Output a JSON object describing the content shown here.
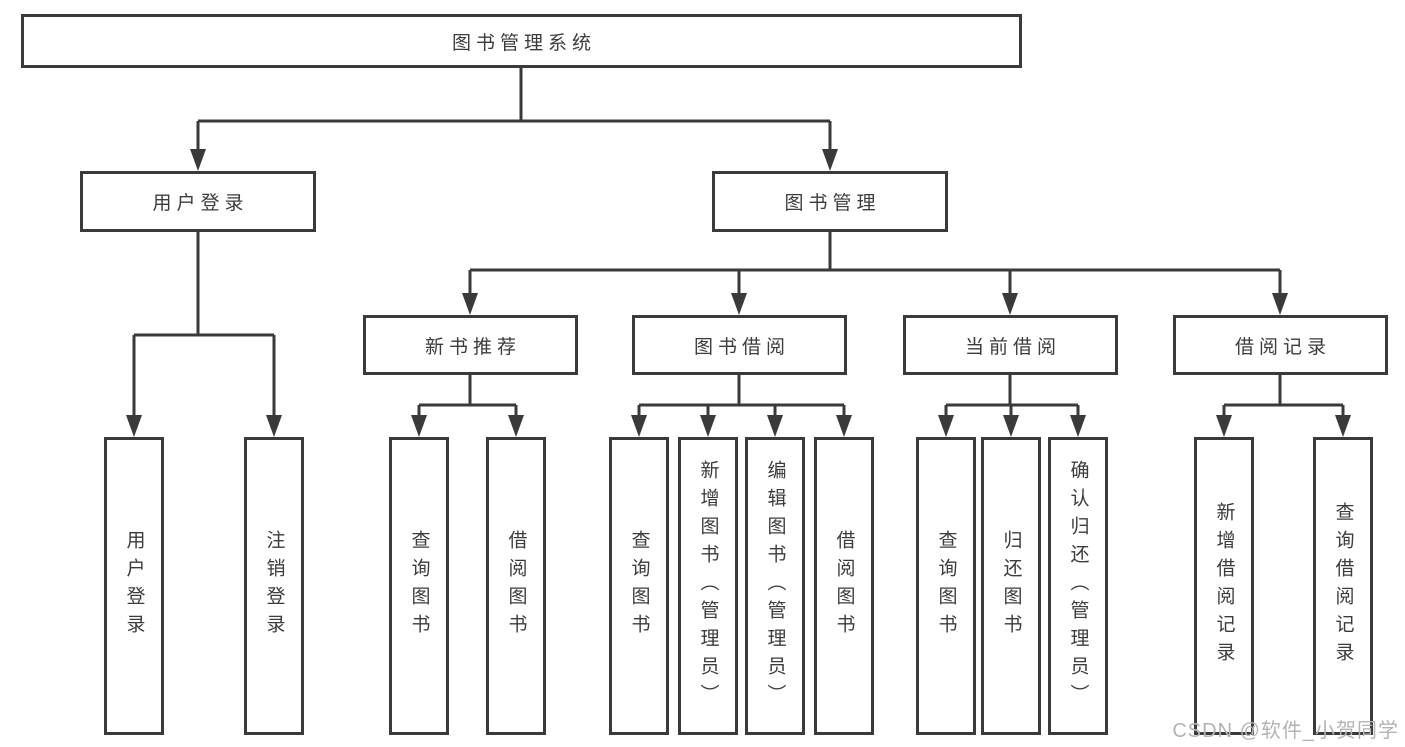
{
  "tree": {
    "label": "图书管理系统",
    "children": [
      {
        "label": "用户登录",
        "children": [
          {
            "label": "用户登录"
          },
          {
            "label": "注销登录"
          }
        ]
      },
      {
        "label": "图书管理",
        "children": [
          {
            "label": "新书推荐",
            "children": [
              {
                "label": "查询图书"
              },
              {
                "label": "借阅图书"
              }
            ]
          },
          {
            "label": "图书借阅",
            "children": [
              {
                "label": "查询图书"
              },
              {
                "label": "新增图书（管理员）"
              },
              {
                "label": "编辑图书（管理员）"
              },
              {
                "label": "借阅图书"
              }
            ]
          },
          {
            "label": "当前借阅",
            "children": [
              {
                "label": "查询图书"
              },
              {
                "label": "归还图书"
              },
              {
                "label": "确认归还（管理员）"
              }
            ]
          },
          {
            "label": "借阅记录",
            "children": [
              {
                "label": "新增借阅记录"
              },
              {
                "label": "查询借阅记录"
              }
            ]
          }
        ]
      }
    ]
  },
  "watermark": "CSDN @软件_小贺同学",
  "colors": {
    "line": "#3a3a3a",
    "text": "#3c3c3c",
    "watermark": "#b3b3b3"
  }
}
